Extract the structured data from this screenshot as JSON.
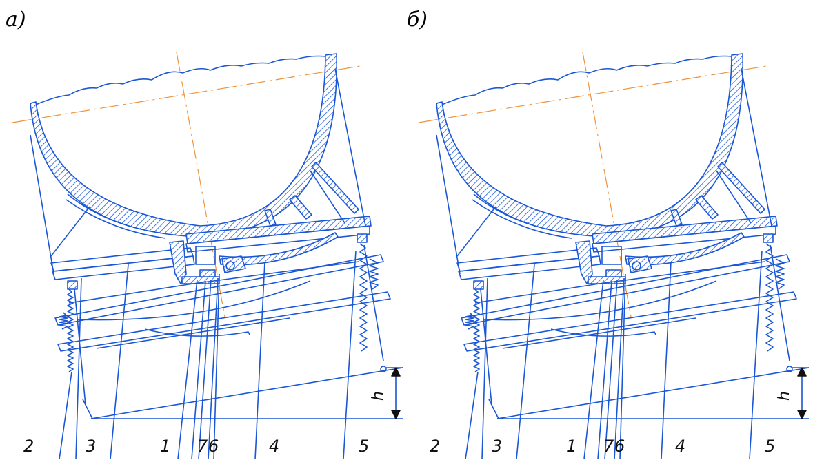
{
  "panels": [
    {
      "label": "а)",
      "callouts": [
        "2",
        "3",
        "1",
        "7",
        "6",
        "4",
        "5"
      ],
      "dimension": "h"
    },
    {
      "label": "б)",
      "callouts": [
        "2",
        "3",
        "1",
        "7",
        "6",
        "4",
        "5"
      ],
      "dimension": "h"
    }
  ],
  "colors": {
    "line": "#1a57d6",
    "axis": "#f0923a",
    "text": "#111111"
  }
}
